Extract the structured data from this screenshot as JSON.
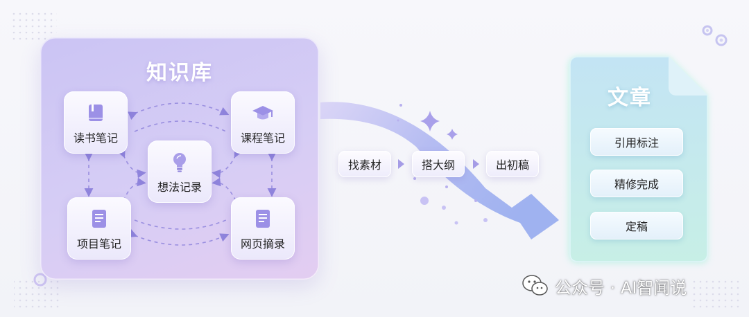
{
  "knowledge_base": {
    "title": "知识库",
    "nodes": {
      "reading": "读书笔记",
      "course": "课程笔记",
      "ideas": "想法记录",
      "project": "项目笔记",
      "web": "网页摘录"
    }
  },
  "process": {
    "steps": [
      "找素材",
      "搭大纲",
      "出初稿"
    ]
  },
  "article": {
    "title": "文章",
    "items": [
      "引用标注",
      "精修完成",
      "定稿"
    ]
  },
  "watermark": {
    "text": "公众号 · AI智闻说"
  },
  "colors": {
    "kb_panel": "#cbc4f4",
    "flow_arrow": "#a8b4f2",
    "article_panel": "#bfe6f0",
    "article_glow": "#9fe8d4"
  },
  "icons": [
    "book-icon",
    "graduation-cap-icon",
    "lightbulb-icon",
    "document-icon",
    "document-icon",
    "gear-icon",
    "wechat-icon"
  ]
}
